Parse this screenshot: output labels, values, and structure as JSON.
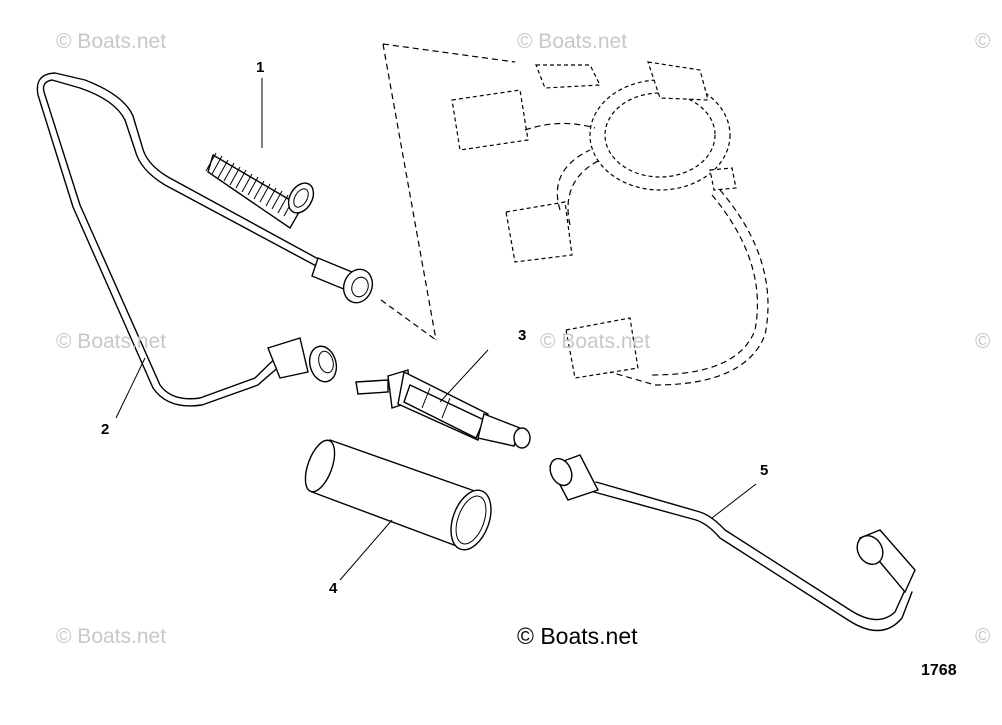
{
  "watermarks": [
    "© Boats.net",
    "© Boats.net",
    "© Boats.net",
    "© Boats.net",
    "© Boats.net",
    "©",
    "©",
    "©"
  ],
  "callouts": [
    "1",
    "2",
    "3",
    "4",
    "5"
  ],
  "copyright": "© Boats.net",
  "drawing_number": "1768",
  "parts": [
    {
      "callout": "1",
      "name": "corrugated-sleeve"
    },
    {
      "callout": "2",
      "name": "fuel-line-hose"
    },
    {
      "callout": "3",
      "name": "fuel-pump-harness-phantom"
    },
    {
      "callout": "4",
      "name": "filter-sleeve"
    },
    {
      "callout": "5",
      "name": "fuel-line-hose"
    }
  ]
}
